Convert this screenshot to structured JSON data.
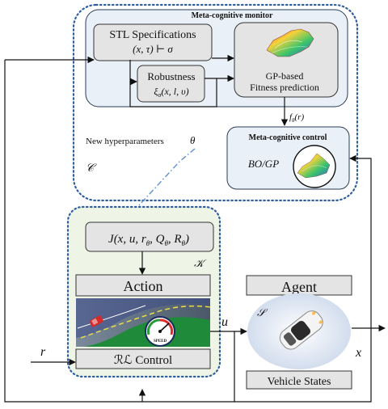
{
  "monitor": {
    "title": "Meta-cognitive monitor"
  },
  "stl": {
    "line1": "STL Specifications",
    "line2": "(x, τ) ⊢ σ"
  },
  "robustness": {
    "line1": "Robustness",
    "line2": "ξ",
    "line2_sub": "σ",
    "line2_rest": "(x, l, υ)"
  },
  "gp": {
    "line1": "GP-based",
    "line2": "Fitness prediction"
  },
  "fitness_label": {
    "main": "f",
    "sub": "θ",
    "rest": "(r)"
  },
  "hyper": {
    "text": "New hyperparameters",
    "symbol": "θ"
  },
  "control": {
    "title": "Meta-cognitive control",
    "formula": "BO/GP"
  },
  "c_label": "𝒞",
  "cost": {
    "text": "J(x, u, r",
    "s1": "θ",
    "mid": ", Q",
    "s2": "θ",
    "mid2": ", R",
    "s3": "θ",
    "end": ")"
  },
  "k_label": "𝒦",
  "action_label": "Action",
  "rl_label": "ℛℒ Control",
  "speed_label": "SPEED",
  "agent_label": "Agent",
  "s_label": "𝒮",
  "vehicle_states": "Vehicle States",
  "u_label": "u",
  "r_label": "r",
  "x_label": "x",
  "colors": {
    "outer_dotted": "#2f5f9f",
    "panel_fill": "#eaf0f7",
    "rl_panel_fill": "#eef5e6",
    "box_fill": "#e4e4e4",
    "dash_arrow": "#5a8fd0"
  }
}
